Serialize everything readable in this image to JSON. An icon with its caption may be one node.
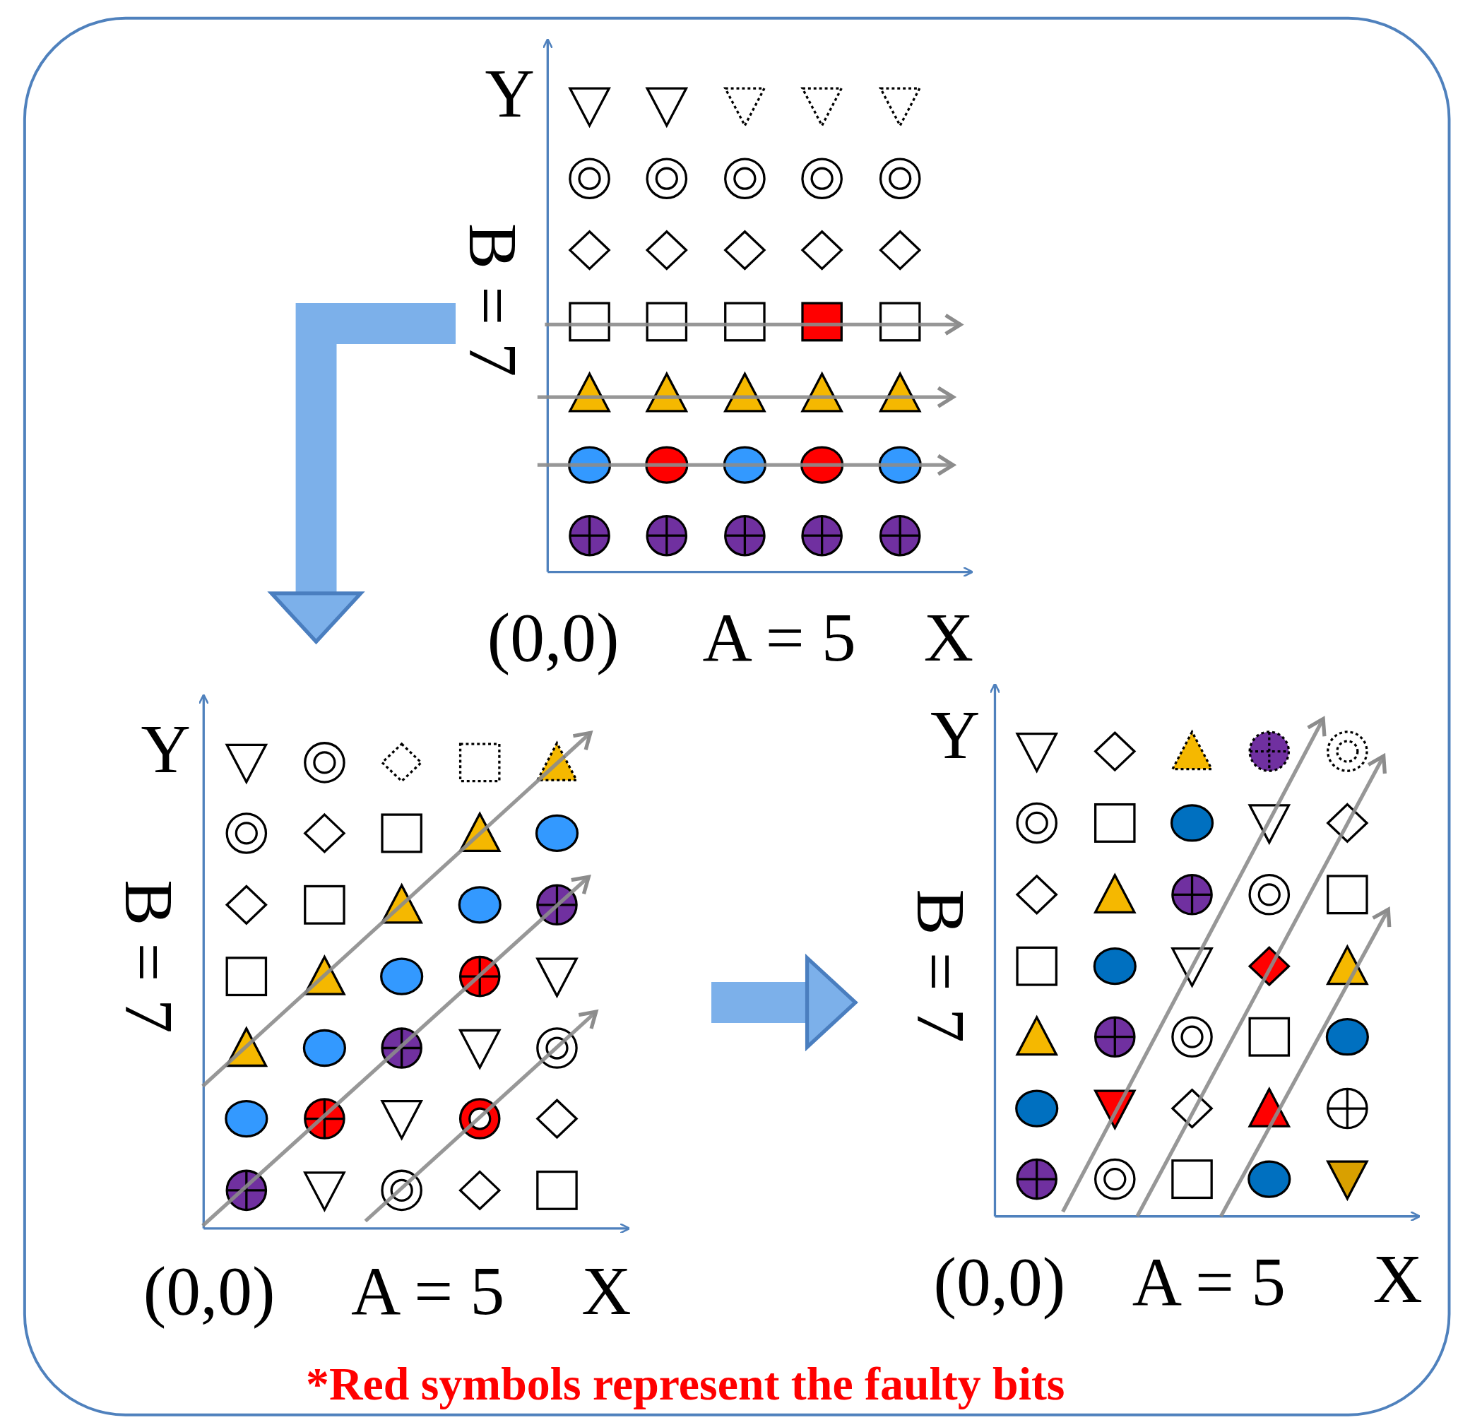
{
  "diagram": {
    "caption": "*Red symbols represent the faulty bits",
    "nodes": [
      {
        "text": [],
        "shape": "grid",
        "beside": [
          "Y",
          "B = 7",
          "(0,0)",
          "A = 5",
          "X"
        ]
      },
      {
        "text": [],
        "shape": "grid",
        "beside": [
          "Y",
          "B = 7",
          "(0,0)",
          "A = 5",
          "X"
        ]
      },
      {
        "text": [],
        "shape": "grid",
        "beside": [
          "Y",
          "B = 7",
          "(0,0)",
          "A = 5",
          "X"
        ]
      }
    ],
    "edges": [
      {
        "from": 0,
        "to": 1,
        "arrow": "to"
      },
      {
        "from": 1,
        "to": 2,
        "arrow": "to"
      }
    ]
  }
}
